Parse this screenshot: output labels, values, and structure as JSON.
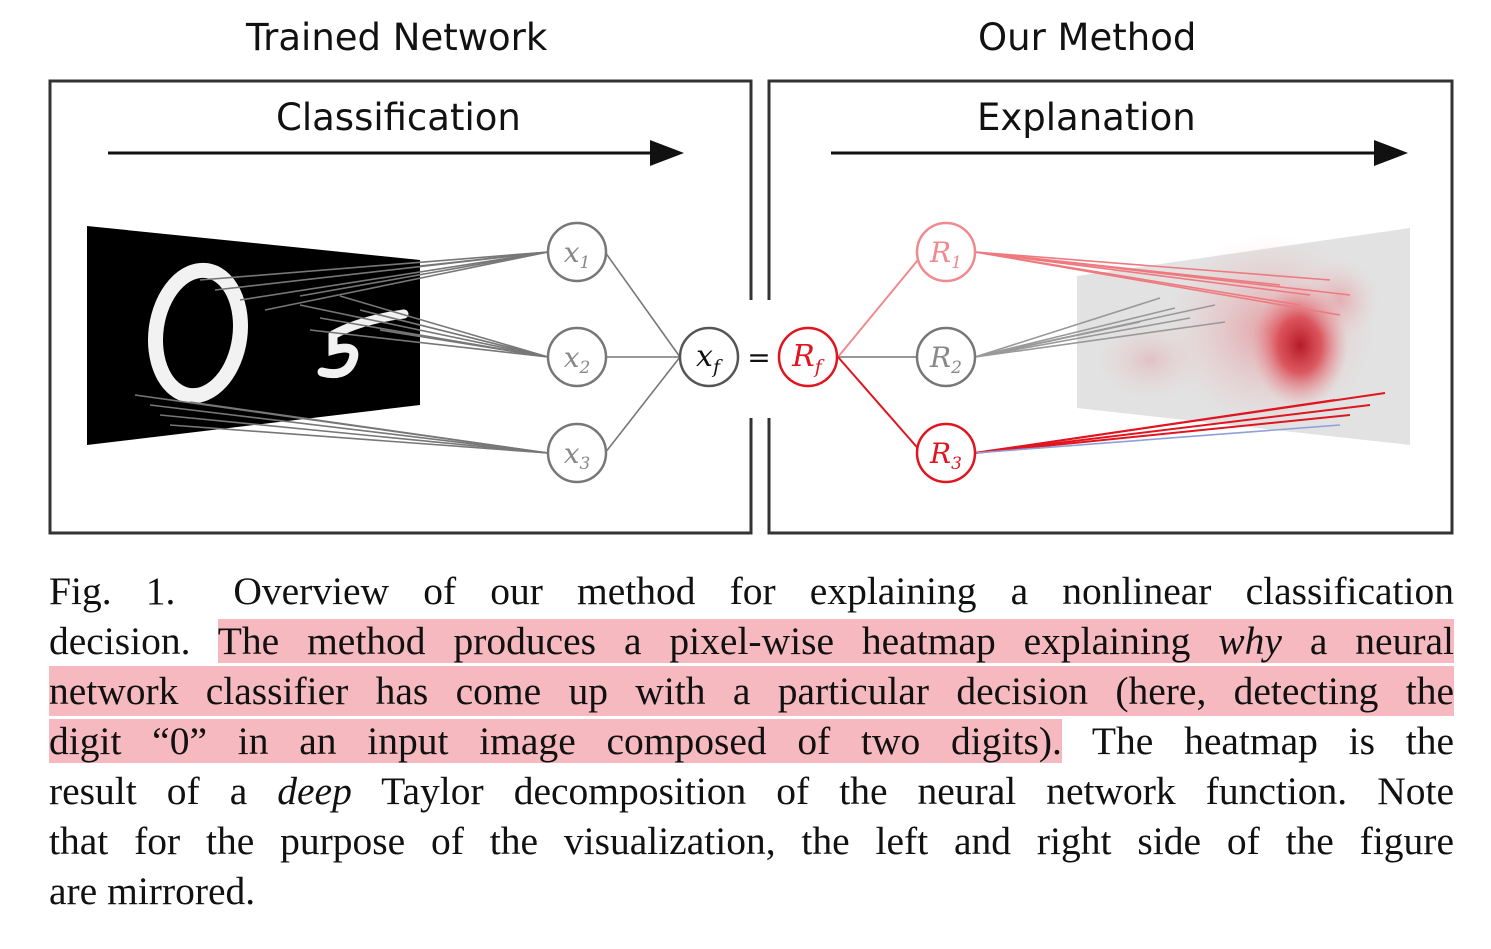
{
  "figure": {
    "left_title": "Trained Network",
    "right_title": "Our Method",
    "left_arrow_label": "Classification",
    "right_arrow_label": "Explanation",
    "input_digits": "0 5",
    "left_nodes": [
      {
        "base": "x",
        "sub": "1"
      },
      {
        "base": "x",
        "sub": "2"
      },
      {
        "base": "x",
        "sub": "3"
      }
    ],
    "left_output": {
      "base": "x",
      "sub": "f"
    },
    "equals": "=",
    "right_output": {
      "base": "R",
      "sub": "f"
    },
    "right_nodes": [
      {
        "base": "R",
        "sub": "1"
      },
      {
        "base": "R",
        "sub": "2"
      },
      {
        "base": "R",
        "sub": "3"
      }
    ],
    "colors": {
      "node_gray": "#777777",
      "relevance_red": "#e0151f",
      "relevance_light": "#f08a8f",
      "highlight": "#f5b9bf"
    }
  },
  "caption": {
    "fig_label": "Fig. 1.",
    "seg1": "Overview of our method for explaining a nonlinear classification",
    "seg2": "decision.",
    "hl1": "The method produces a pixel-wise heatmap explaining",
    "hl1_em": "why",
    "hl1_end": "a neural",
    "hl2": "network classifier has come up with a particular decision (here, detecting the",
    "hl3": "digit “0” in an input image composed of two digits).",
    "seg3": "The heatmap is the",
    "seg4a": "result of a",
    "seg4_em": "deep",
    "seg4b": "Taylor decomposition of the neural network function. Note",
    "seg5": "that for the purpose of the visualization, the left and right side of the figure",
    "seg6": "are mirrored."
  }
}
